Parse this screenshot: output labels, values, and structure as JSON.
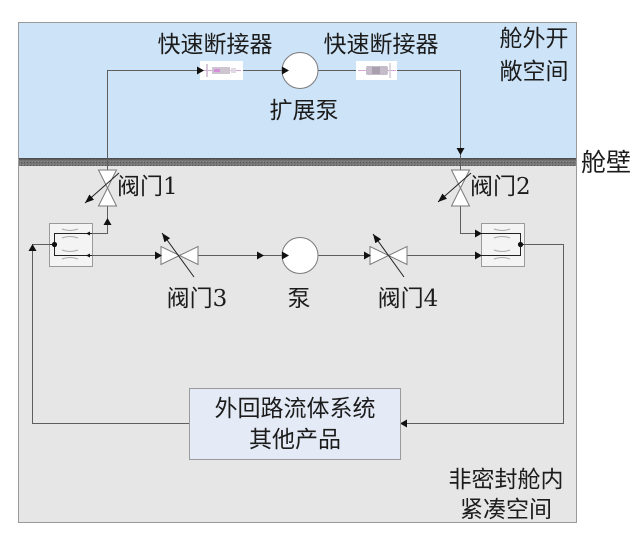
{
  "diagram": {
    "regions": {
      "open_space": {
        "label": [
          "舱外开",
          "敞空间"
        ]
      },
      "bulkhead": {
        "label": "舱壁"
      },
      "inner_space": {
        "label": [
          "非密封舱内",
          "紧凑空间"
        ]
      }
    },
    "components": {
      "quick_disconnect_left": {
        "label": "快速断接器",
        "icon": "quick-disconnect-icon"
      },
      "quick_disconnect_right": {
        "label": "快速断接器",
        "icon": "quick-disconnect-icon"
      },
      "expansion_pump": {
        "label": "扩展泵",
        "icon": "pump-icon"
      },
      "valve_1": {
        "label": "阀门1",
        "icon": "adjustable-valve-icon"
      },
      "valve_2": {
        "label": "阀门2",
        "icon": "adjustable-valve-icon"
      },
      "valve_3": {
        "label": "阀门3",
        "icon": "adjustable-valve-icon"
      },
      "valve_4": {
        "label": "阀门4",
        "icon": "adjustable-valve-icon"
      },
      "pump": {
        "label": "泵",
        "icon": "pump-icon"
      },
      "heat_exchanger_left": {
        "icon": "heat-exchanger-icon"
      },
      "heat_exchanger_right": {
        "icon": "heat-exchanger-icon"
      },
      "external_loop_system": {
        "label": [
          "外回路流体系统",
          "其他产品"
        ]
      }
    },
    "colors": {
      "open_space": "#cde3f8",
      "inner_space": "#e6e6e6",
      "bulkhead": "#6f6f6f",
      "system_box": "#e4ebf6",
      "heat_exchanger": "#f4f4f4"
    }
  }
}
